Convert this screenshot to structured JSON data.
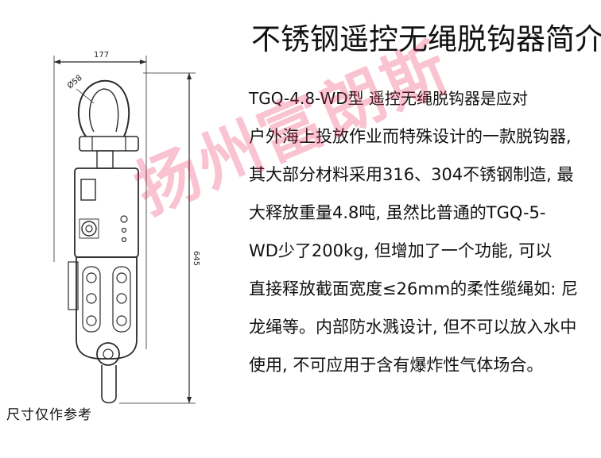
{
  "drawing": {
    "dim_width": "177",
    "dim_height": "645",
    "dim_diameter": "Ø58"
  },
  "caption": "尺寸仅作参考",
  "title": "不锈钢遥控无绳脱钩器简介",
  "description": {
    "lines": [
      "TGQ-4.8-WD型 遥控无绳脱钩器是应对",
      "户外海上投放作业而特殊设计的一款脱钩器,",
      "其大部分材料采用316、304不锈钢制造, 最",
      "大释放重量4.8吨, 虽然比普通的TGQ-5-",
      "WD少了200kg, 但增加了一个功能, 可以",
      "直接释放截面宽度≤26mm的柔性缆绳如: 尼",
      "龙绳等。内部防水溅设计, 但不可以放入水中",
      "使用, 不可应用于含有爆炸性气体场合。"
    ]
  },
  "watermark": "扬州富朗斯",
  "colors": {
    "line": "#2a2a2a",
    "watermark": "#ec285a",
    "background": "#ffffff"
  }
}
